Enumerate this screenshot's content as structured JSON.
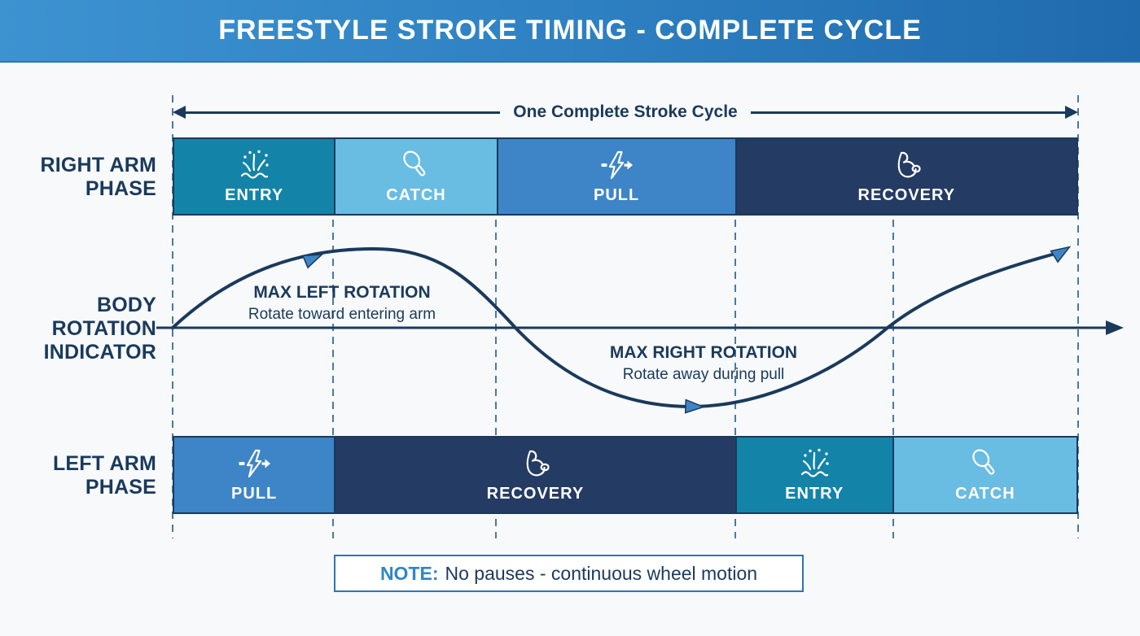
{
  "header": {
    "title": "FREESTYLE STROKE TIMING - COMPLETE CYCLE"
  },
  "cycle": {
    "label": "One Complete Stroke Cycle"
  },
  "rows": {
    "right_arm": {
      "label_line1": "RIGHT ARM",
      "label_line2": "PHASE",
      "phases": [
        {
          "name": "ENTRY",
          "icon": "splash-icon",
          "color": "#1384a8"
        },
        {
          "name": "CATCH",
          "icon": "paddle-icon",
          "color": "#69bce2"
        },
        {
          "name": "PULL",
          "icon": "lightning-icon",
          "color": "#3d85c6"
        },
        {
          "name": "RECOVERY",
          "icon": "muscle-icon",
          "color": "#243b63"
        }
      ]
    },
    "left_arm": {
      "label_line1": "LEFT ARM",
      "label_line2": "PHASE",
      "phases": [
        {
          "name": "PULL",
          "icon": "lightning-icon",
          "color": "#3d85c6"
        },
        {
          "name": "RECOVERY",
          "icon": "muscle-icon",
          "color": "#243b63"
        },
        {
          "name": "ENTRY",
          "icon": "splash-icon",
          "color": "#1384a8"
        },
        {
          "name": "CATCH",
          "icon": "paddle-icon",
          "color": "#69bce2"
        }
      ]
    }
  },
  "rotation": {
    "label_line1": "BODY",
    "label_line2": "ROTATION",
    "label_line3": "INDICATOR",
    "max_left": {
      "title": "MAX LEFT ROTATION",
      "subtitle": "Rotate toward entering arm"
    },
    "max_right": {
      "title": "MAX RIGHT ROTATION",
      "subtitle": "Rotate away during pull"
    }
  },
  "note": {
    "label": "NOTE:",
    "text": "No pauses - continuous wheel motion"
  },
  "colors": {
    "header_gradient_left": "#3d92d0",
    "header_gradient_right": "#1f6aad",
    "navy_text": "#1a3a5c",
    "entry_teal": "#1384a8",
    "catch_light_blue": "#69bce2",
    "pull_medium_blue": "#3d85c6",
    "recovery_dark_navy": "#243b63",
    "dashed_line": "#4b79a1",
    "wave_arrowhead_fill": "#3d85c6",
    "note_label_blue": "#2e86c8",
    "note_border_blue": "#2e75b6",
    "background": "#f7f9fb"
  }
}
